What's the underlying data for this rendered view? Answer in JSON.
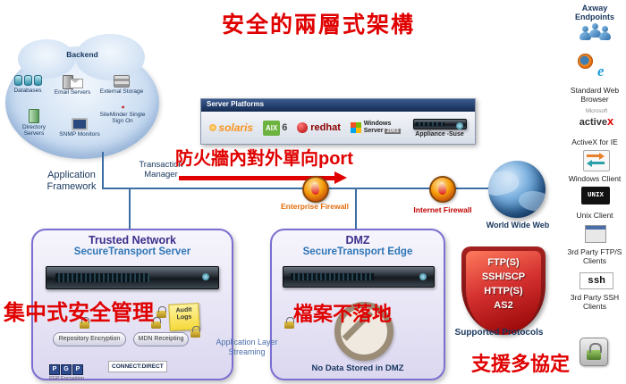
{
  "title": "安全的兩層式架構",
  "colors": {
    "accent_red": "#e00000",
    "box_purple": "#7a6fd0",
    "line_blue": "#3a6ea5"
  },
  "backend": {
    "label": "Backend",
    "items": [
      {
        "label": "Databases"
      },
      {
        "label": "Email Servers"
      },
      {
        "label": "External Storage"
      },
      {
        "label": "Directory Servers"
      },
      {
        "label": "SNMP Monitors"
      },
      {
        "label": "SiteMinder Single Sign On"
      }
    ],
    "framework_label": "Application Framework"
  },
  "server_platforms": {
    "title": "Server Platforms",
    "platforms": [
      {
        "name": "solaris"
      },
      {
        "name": "AIX",
        "version": "6"
      },
      {
        "name": "redhat"
      },
      {
        "name": "Windows Server",
        "version": "2003"
      },
      {
        "name": "Appliance -Suse"
      }
    ]
  },
  "transaction_manager": "Transaction Manager",
  "annotations": {
    "firewall_port": "防火牆內對外單向port",
    "central_management": "集中式安全管理",
    "no_data_landing": "檔案不落地",
    "multi_protocol": "支援多協定"
  },
  "network": {
    "enterprise_firewall": "Enterprise  Firewall",
    "internet_firewall": "Internet Firewall",
    "www": "World Wide Web"
  },
  "trusted_network": {
    "title": "Trusted Network",
    "subtitle": "SecureTransport Server",
    "audit_note": "Audit Logs",
    "feature1": "Repository Encryption",
    "feature2": "MDN Receipting",
    "pgp_letters": [
      "P",
      "G",
      "P"
    ],
    "pgp_caption": "PGP Encryption",
    "connect_label": "CONNECT:DIRECT"
  },
  "dmz": {
    "title": "DMZ",
    "subtitle": "SecureTransport Edge",
    "note": "No Data Stored in DMZ",
    "streaming_label": "Application Layer Streaming"
  },
  "shield": {
    "line1": "FTP(S)",
    "line2": "SSH/SCP",
    "line3": "HTTP(S)",
    "line4": "AS2",
    "caption": "Supported Protocols"
  },
  "endpoints": {
    "header": "Axway Endpoints",
    "labels": {
      "browser": "Standard Web Browser",
      "activex": "ActiveX for IE",
      "windows": "Windows Client",
      "unix": "Unix Client",
      "ftp": "3rd Party FTP/S Clients",
      "ssh": "3rd Party SSH Clients"
    },
    "logo_texts": {
      "microsoft": "Microsoft",
      "activex": "active",
      "activex_x": "x",
      "ie": "e",
      "unix": "UNIX",
      "ssh": "ssh"
    }
  }
}
